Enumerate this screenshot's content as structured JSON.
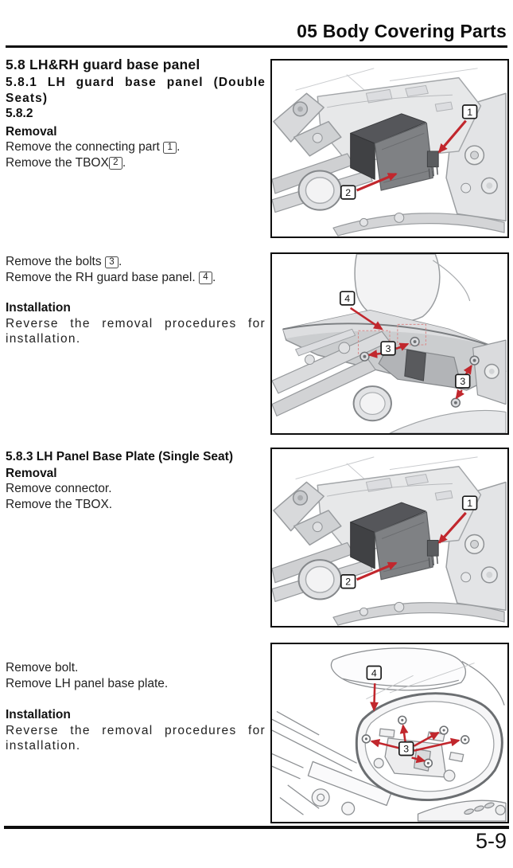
{
  "header": {
    "title": "05 Body Covering Parts"
  },
  "footer": {
    "page_number": "5-9"
  },
  "content": {
    "s58_heading": "5.8 LH&RH guard base panel",
    "s581_heading": "5.8.1 LH guard base panel (Double Seats)",
    "s582_heading": "5.8.2",
    "removal_heading_1": "Removal",
    "step_connecting_part": {
      "text": "Remove the connecting part ",
      "ref": "1",
      "suffix": "."
    },
    "step_tbox": {
      "text": "Remove the TBOX",
      "ref": "2",
      "suffix": "."
    },
    "step_bolts": {
      "text": "Remove the bolts ",
      "ref": "3",
      "suffix": "."
    },
    "step_rh_panel": {
      "text": "Remove the RH guard base panel. ",
      "ref": "4",
      "suffix": "."
    },
    "installation_heading_1": "Installation",
    "installation_text_1": "Reverse the removal procedures for installation.",
    "s583_heading": "5.8.3 LH Panel Base Plate (Single Seat)",
    "removal_heading_2": "Removal",
    "step_connector": "Remove connector.",
    "step_tbox_2": "Remove the TBOX.",
    "step_bolt": "Remove bolt.",
    "step_lh_plate": "Remove LH panel base plate.",
    "installation_heading_2": "Installation",
    "installation_text_2": "Reverse the removal procedures for installation."
  },
  "figures": {
    "fig1": {
      "callouts": [
        "1",
        "2"
      ]
    },
    "fig2": {
      "callouts": [
        "4",
        "3",
        "3"
      ]
    },
    "fig3": {
      "callouts": [
        "1",
        "2"
      ]
    },
    "fig4": {
      "callouts": [
        "4",
        "3"
      ]
    }
  },
  "colors": {
    "arrow_red": "#c1272d"
  }
}
